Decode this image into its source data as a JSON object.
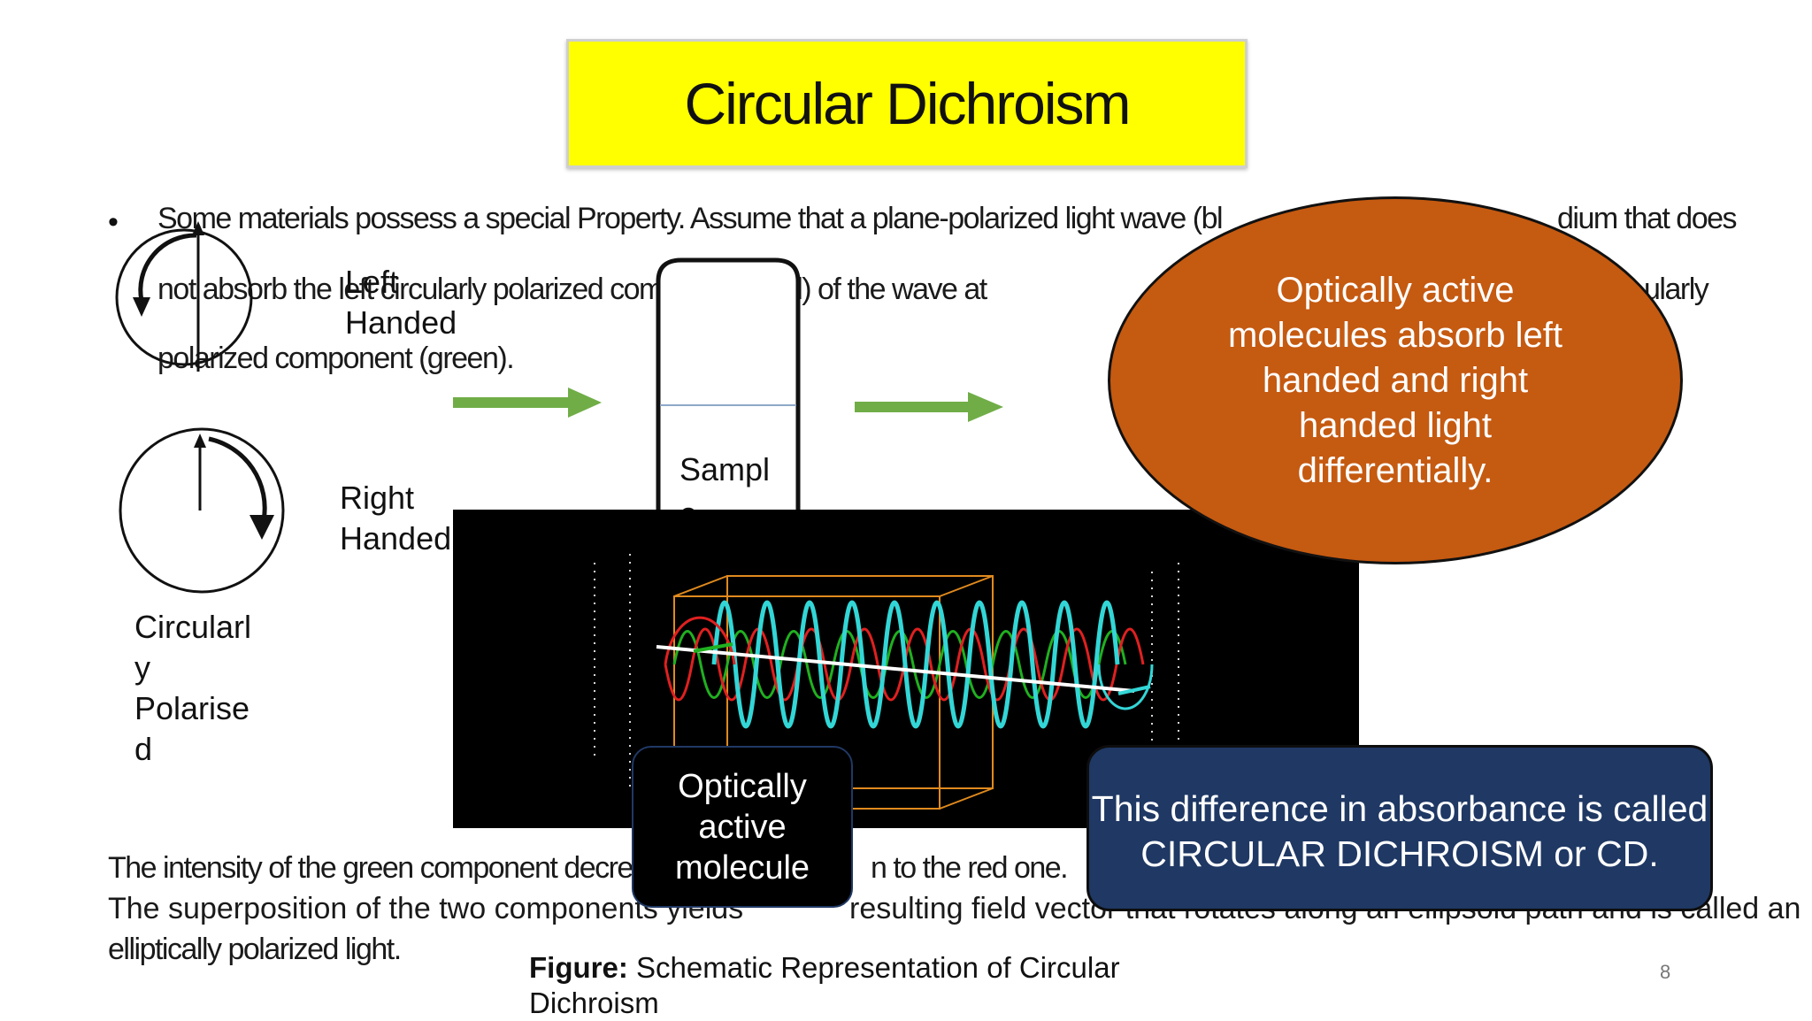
{
  "slide": {
    "title": "Circular Dichroism",
    "bullet_symbol": "•",
    "paragraph_line1a": "Some materials possess a special Property. Assume that a plane-polarized light wave (bl",
    "paragraph_line1b": "dium that does",
    "paragraph_line2a": "not  absorb the left circularly polarized component  (red) of the wave at",
    "paragraph_line2b": "ularly",
    "paragraph_line3": "polarized component (green).",
    "bottom_line1a": "The intensity of the green component decre",
    "bottom_line1b": "n to the red one.",
    "bottom_line2a": "The superposition of the two components yields",
    "bottom_line2b": "resulting field vector that rotates along an ellipsoid  path and is called an",
    "bottom_line3": "elliptically polarized light.",
    "page_number": "8"
  },
  "diagram": {
    "left_handed_label": "Left\nHanded",
    "right_handed_label": "Right\nHanded",
    "circularly_polarised_label": "Circularl\ny\nPolarise\nd",
    "sample_label": "Sampl\ne"
  },
  "callouts": {
    "oval_text": "Optically active molecules absorb left  handed and right  handed light differentially.",
    "molecule_text": "Optically\nactive\nmolecule",
    "cd_line1": "This difference in absorbance is called",
    "cd_line2": "CIRCULAR DICHROISM or CD."
  },
  "figure": {
    "caption_bold": "Figure:",
    "caption_text": " Schematic Representation of Circular Dichroism"
  },
  "colors": {
    "title_bg": "#ffff00",
    "arrow": "#70ad47",
    "oval_fill": "#c55a11",
    "cd_box_fill": "#1f3864",
    "wave_cyan": "#33d6d6",
    "wave_red": "#e02020",
    "wave_green": "#20b020",
    "cube_orange": "#e08a1e"
  }
}
